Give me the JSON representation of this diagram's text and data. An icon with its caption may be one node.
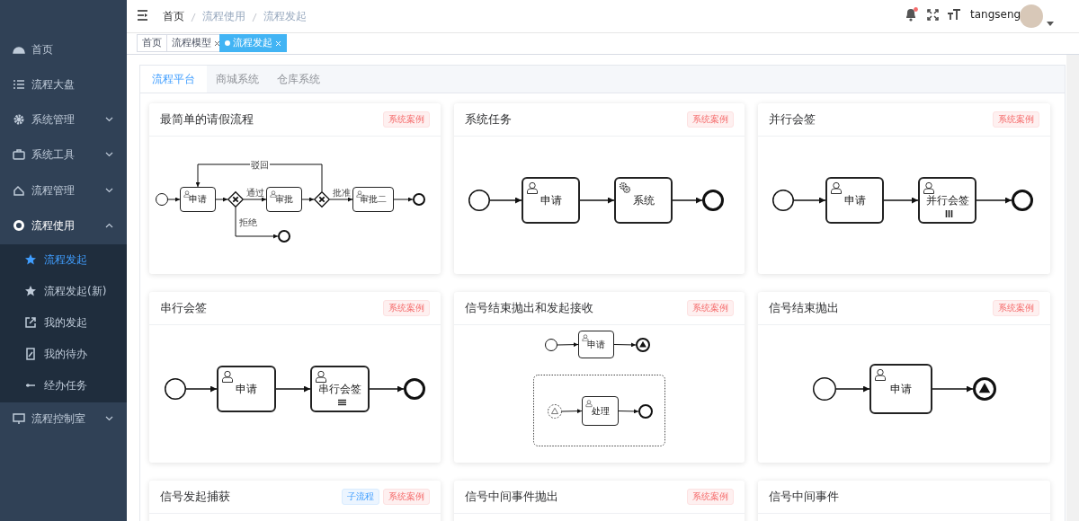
{
  "diagram": {
    "nodes": [
      {
        "text": [
          "最简单的请假流程",
          "系统案例"
        ]
      },
      {
        "text": [],
        "shape": "circle",
        "in": 0
      },
      {
        "text": [
          "申请"
        ],
        "in": 0
      },
      {
        "text": [],
        "shape": "diamond",
        "in": 0
      },
      {
        "text": [
          "审批"
        ],
        "in": 0
      },
      {
        "text": [],
        "shape": "diamond",
        "in": 0
      },
      {
        "text": [
          "审批二"
        ],
        "in": 0
      },
      {
        "text": [],
        "shape": "circle",
        "in": 0
      },
      {
        "text": [],
        "shape": "circle",
        "in": 0
      },
      {
        "text": [
          "系统任务",
          "系统案例"
        ]
      },
      {
        "text": [],
        "shape": "circle",
        "in": 9
      },
      {
        "text": [
          "申请"
        ],
        "in": 9
      },
      {
        "text": [
          "系统"
        ],
        "in": 9
      },
      {
        "text": [],
        "shape": "circle",
        "in": 9
      },
      {
        "text": [
          "并行会签",
          "系统案例"
        ]
      },
      {
        "text": [],
        "shape": "circle",
        "in": 14
      },
      {
        "text": [
          "申请"
        ],
        "in": 14
      },
      {
        "text": [
          "并行会签"
        ],
        "in": 14
      },
      {
        "text": [],
        "shape": "circle",
        "in": 14
      },
      {
        "text": [
          "串行会签",
          "系统案例"
        ]
      },
      {
        "text": [],
        "shape": "circle",
        "in": 19
      },
      {
        "text": [
          "申请"
        ],
        "in": 19
      },
      {
        "text": [
          "串行会签"
        ],
        "in": 19
      },
      {
        "text": [],
        "shape": "circle",
        "in": 19
      },
      {
        "text": [
          "信号结束抛出和发起接收",
          "系统案例"
        ]
      },
      {
        "text": [],
        "shape": "circle",
        "in": 24
      },
      {
        "text": [
          "申请"
        ],
        "in": 24
      },
      {
        "text": [],
        "shape": "circle",
        "in": 24
      },
      {
        "text": [],
        "shape": "box",
        "in": 24
      },
      {
        "text": [],
        "shape": "circle",
        "in": 28
      },
      {
        "text": [
          "处理"
        ],
        "in": 28
      },
      {
        "text": [],
        "shape": "circle",
        "in": 28
      },
      {
        "text": [
          "信号结束抛出",
          "系统案例"
        ]
      },
      {
        "text": [],
        "shape": "circle",
        "in": 32
      },
      {
        "text": [
          "申请"
        ],
        "in": 32
      },
      {
        "text": [],
        "shape": "circle",
        "in": 32
      },
      {
        "text": [
          "信号发起捕获",
          "子流程",
          "系统案例"
        ]
      },
      {
        "text": [
          "信号中间事件抛出",
          "系统案例"
        ]
      },
      {
        "text": [
          "信号中间事件"
        ]
      }
    ],
    "edges": [
      {
        "from": 1,
        "to": 2,
        "arrow": "to"
      },
      {
        "from": 2,
        "to": 3,
        "arrow": "to"
      },
      {
        "from": 3,
        "to": 4,
        "arrow": "to",
        "label": "通过"
      },
      {
        "from": 4,
        "to": 5,
        "arrow": "to"
      },
      {
        "from": 5,
        "to": 6,
        "arrow": "to",
        "label": "批准"
      },
      {
        "from": 6,
        "to": 7,
        "arrow": "to"
      },
      {
        "from": 3,
        "to": 8,
        "arrow": "to",
        "label": "拒绝"
      },
      {
        "from": 5,
        "to": 2,
        "arrow": "to",
        "label": "驳回"
      },
      {
        "from": 10,
        "to": 11,
        "arrow": "to"
      },
      {
        "from": 11,
        "to": 12,
        "arrow": "to"
      },
      {
        "from": 12,
        "to": 13,
        "arrow": "to"
      },
      {
        "from": 15,
        "to": 16,
        "arrow": "to"
      },
      {
        "from": 16,
        "to": 17,
        "arrow": "to"
      },
      {
        "from": 17,
        "to": 18,
        "arrow": "to"
      },
      {
        "from": 20,
        "to": 21,
        "arrow": "to"
      },
      {
        "from": 21,
        "to": 22,
        "arrow": "to"
      },
      {
        "from": 22,
        "to": 23,
        "arrow": "to"
      },
      {
        "from": 25,
        "to": 26,
        "arrow": "to"
      },
      {
        "from": 26,
        "to": 27,
        "arrow": "to"
      },
      {
        "from": 29,
        "to": 30,
        "arrow": "to"
      },
      {
        "from": 30,
        "to": 31,
        "arrow": "to"
      },
      {
        "from": 33,
        "to": 34,
        "arrow": "to"
      },
      {
        "from": 34,
        "to": 35,
        "arrow": "to"
      }
    ],
    "labels": [
      "首页",
      "流程大盘",
      "系统管理",
      "系统工具",
      "流程管理",
      "流程使用",
      "流程发起",
      "流程发起(新)",
      "我的发起",
      "我的待办",
      "经办任务",
      "流程控制室",
      "首页",
      "流程使用",
      "流程发起",
      "tangseng",
      "首页",
      "流程模型",
      "流程发起",
      "流程平台",
      "商城系统",
      "仓库系统"
    ]
  }
}
